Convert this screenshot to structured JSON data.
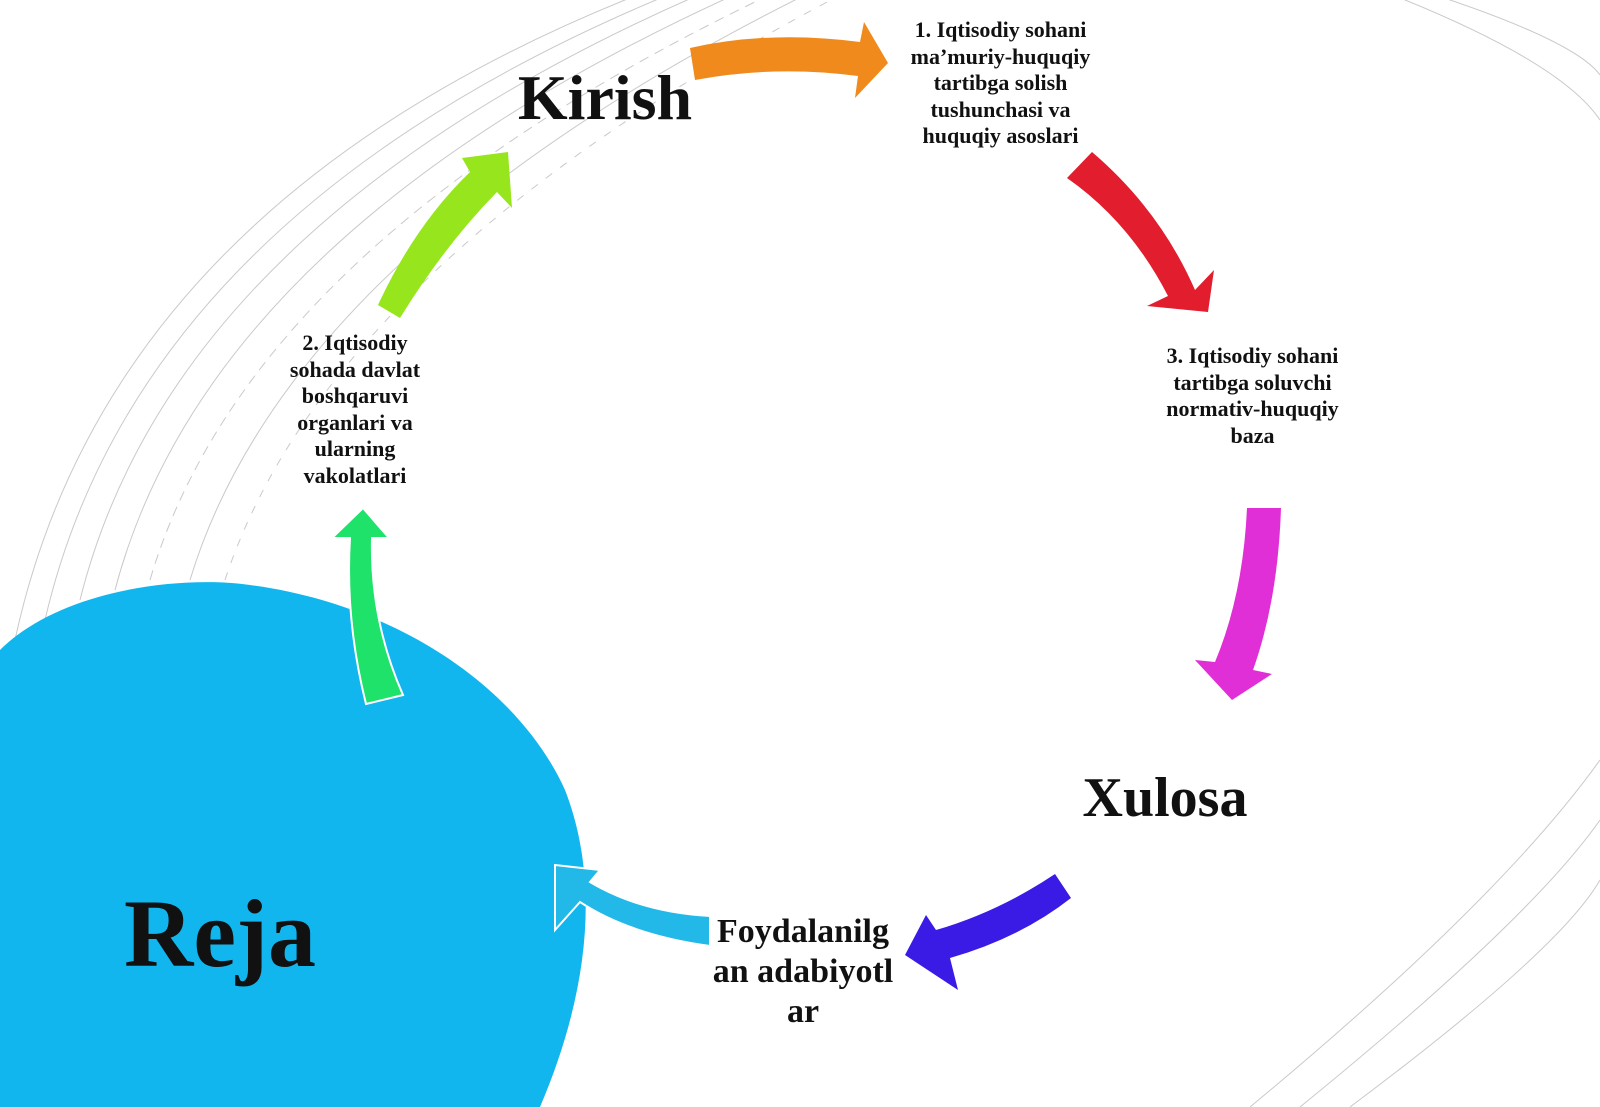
{
  "diagram": {
    "center": "Reja",
    "steps": [
      {
        "key": "intro",
        "text": "Kirish"
      },
      {
        "key": "item1",
        "text": "1. Iqtisodiy sohani ma’muriy-huquqiy tartibga solish tushunchasi va huquqiy asoslari"
      },
      {
        "key": "item3",
        "text": "3. Iqtisodiy sohani tartibga soluvchi normativ-huquqiy baza"
      },
      {
        "key": "conclusion",
        "text": "Xulosa"
      },
      {
        "key": "references",
        "text": "Foydalanilgan adabiyotlar"
      },
      {
        "key": "item2",
        "text": "2. Iqtisodiy sohada davlat boshqaruvi organlari va ularning vakolatlari"
      }
    ]
  },
  "colors": {
    "center_blob": "#12b6ef",
    "arrow_orange": "#f08a1c",
    "arrow_red": "#e11d2e",
    "arrow_magenta": "#e02fd6",
    "arrow_indigo": "#3a1be6",
    "arrow_sky": "#22b8e8",
    "arrow_green": "#1fe26a",
    "arrow_lime": "#97e51d",
    "background_lines": "#c9c9c9"
  }
}
